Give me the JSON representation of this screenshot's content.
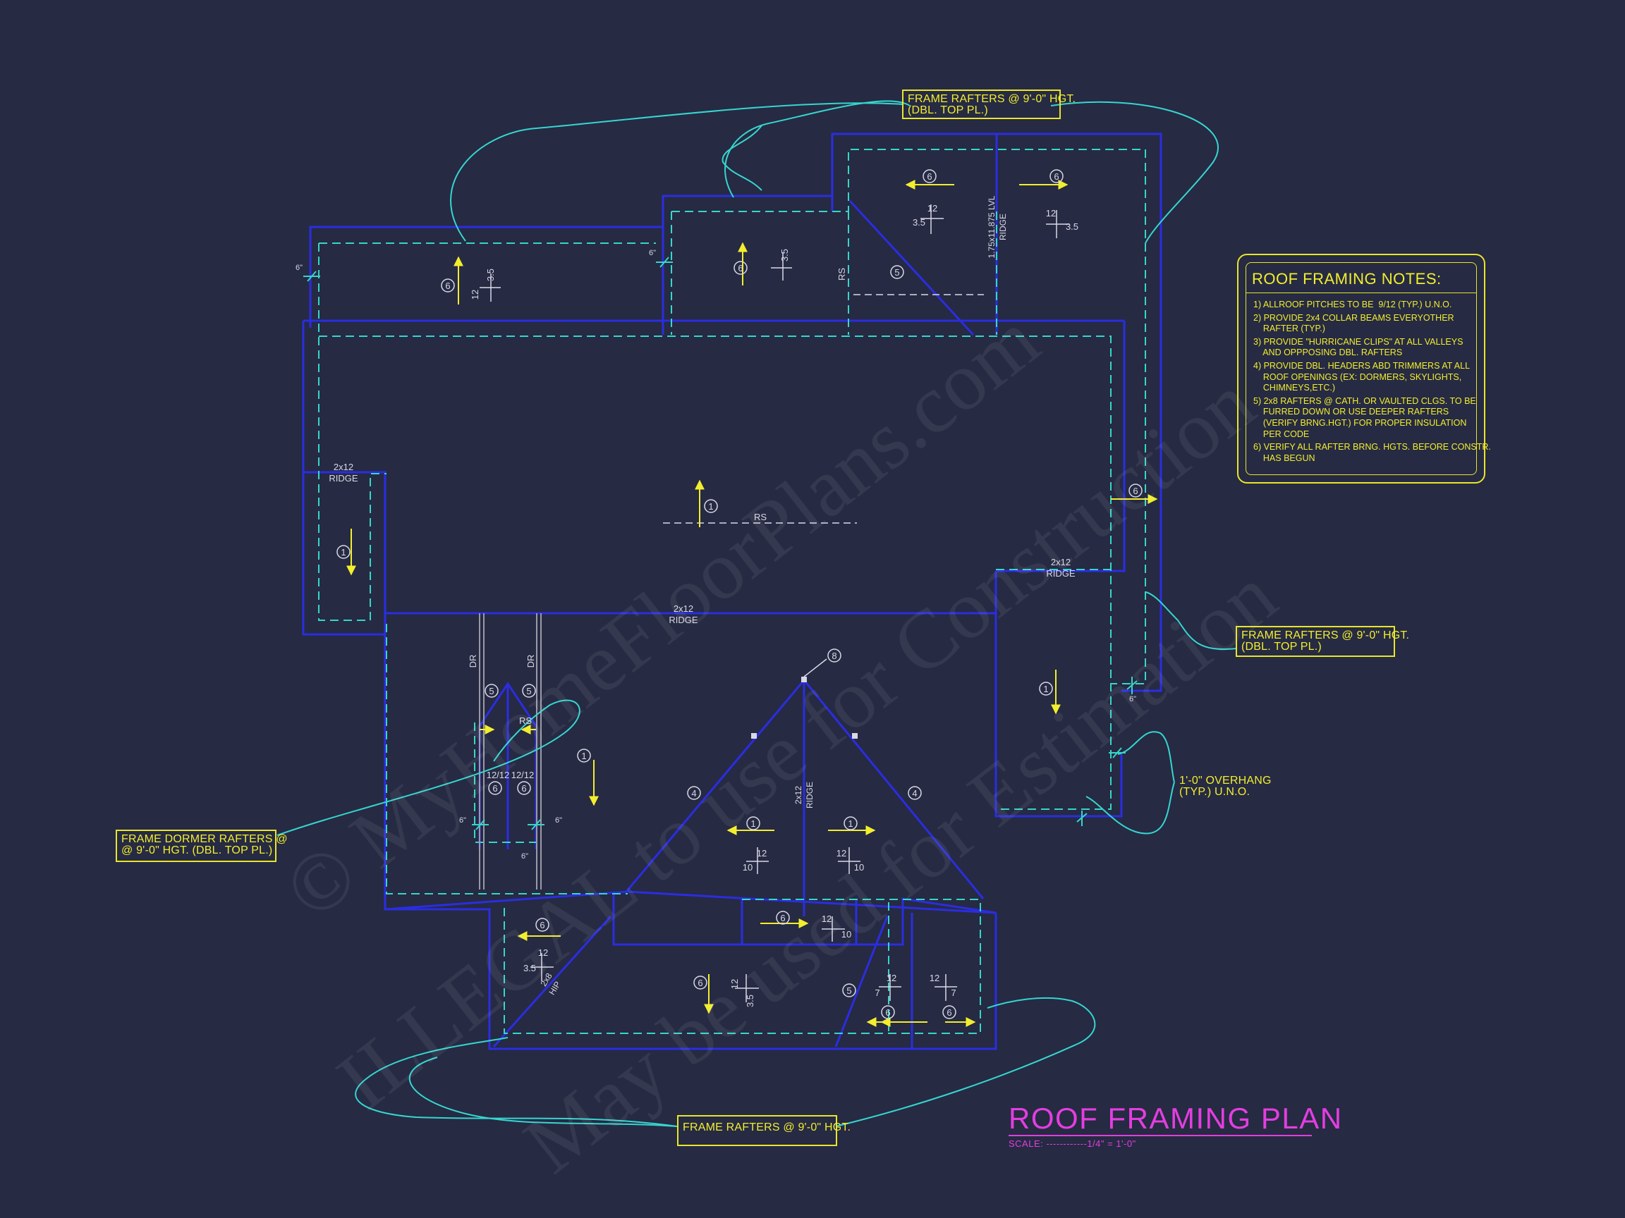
{
  "colors": {
    "background": "#262a43",
    "wall": "#2b2de0",
    "overhang": "#37d6c8",
    "leader": "#36d6cf",
    "annotation": "#f2ee2e",
    "text": "#d9d9e6",
    "title": "#e33ee0"
  },
  "callouts": {
    "top": "FRAME RAFTERS @ 9'-0\" HGT.\n(DBL. TOP PL.)",
    "right": "FRAME RAFTERS @ 9'-0\" HGT.\n(DBL. TOP PL.)",
    "dormer": "FRAME DORMER RAFTERS @\n@ 9'-0\" HGT. (DBL. TOP PL.)",
    "bottom": "FRAME RAFTERS @ 9'-0\" HGT.",
    "overhang": "1'-0\" OVERHANG\n(TYP.) U.N.O."
  },
  "notes": {
    "title": "ROOF FRAMING NOTES:",
    "items": [
      "1) ALLROOF PITCHES TO BE  9/12 (TYP.) U.N.O.",
      "2) PROVIDE 2x4 COLLAR BEAMS EVERYOTHER\n    RAFTER (TYP.)",
      "3) PROVIDE \"HURRICANE CLIPS\" AT ALL VALLEYS\n    AND OPPPOSING DBL. RAFTERS",
      "4) PROVIDE DBL. HEADERS ABD TRIMMERS AT ALL\n    ROOF OPENINGS (EX: DORMERS, SKYLIGHTS,\n    CHIMNEYS,ETC.)",
      "5) 2x8 RAFTERS @ CATH. OR VAULTED CLGS. TO BE\n    FURRED DOWN OR USE DEEPER RAFTERS\n    (VERIFY BRNG.HGT.) FOR PROPER INSULATION\n    PER CODE",
      "6) VERIFY ALL RAFTER BRNG. HGTS. BEFORE CONSTR.\n    HAS BEGUN"
    ]
  },
  "title": {
    "main": "ROOF FRAMING PLAN",
    "scale_label": "SCALE:",
    "scale_value": "------------1/4\" = 1'-0\""
  },
  "watermarks": [
    "© MyHomeFloorPlans.com",
    "ILLEGAL to use for Construction",
    "May be used for Estimation"
  ],
  "plan_labels": {
    "ridge_2x12": "2x12",
    "ridge": "RIDGE",
    "lvl_ridge_1": "1.75x11.875 LVL",
    "lvl_ridge_2": "RIDGE",
    "rs": "RS",
    "dr": "DR",
    "hip_2x8": "2x8",
    "hip": "HIP",
    "pitch_12": "12",
    "pitch_35": "3.5",
    "pitch_10": "10",
    "pitch_7": "7",
    "pitch_1212": "12/12",
    "overhang_dim": "6\""
  },
  "rafter_tags": {
    "r1": "1",
    "r4": "4",
    "r5": "5",
    "r6": "6",
    "r8": "8"
  }
}
